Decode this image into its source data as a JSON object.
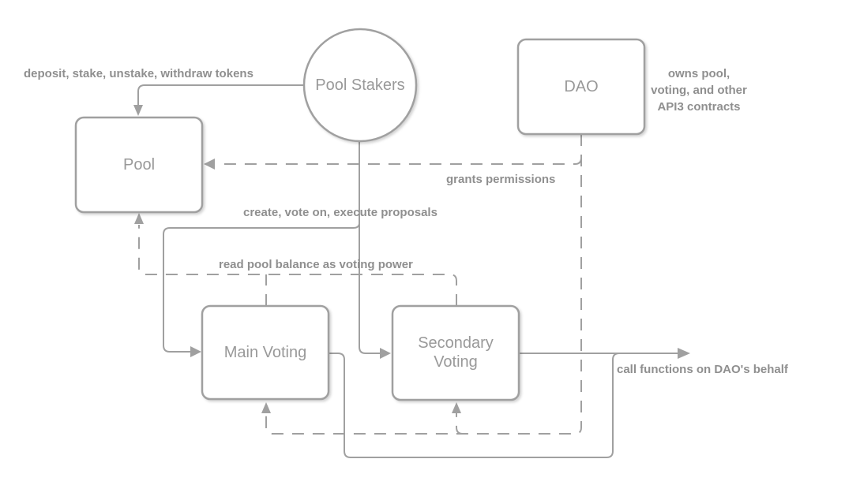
{
  "diagram": {
    "background": "#ffffff",
    "stroke_color": "#a0a0a0",
    "label_color": "#8f8f8f",
    "node_text_color": "#999999",
    "nodes": [
      {
        "id": "pool-stakers",
        "shape": "circle",
        "label": "Pool Stakers"
      },
      {
        "id": "dao",
        "shape": "rounded-rect",
        "label": "DAO"
      },
      {
        "id": "pool",
        "shape": "rounded-rect",
        "label": "Pool"
      },
      {
        "id": "main-voting",
        "shape": "rounded-rect",
        "label": "Main Voting"
      },
      {
        "id": "secondary-voting",
        "shape": "rounded-rect",
        "label": "Secondary Voting"
      }
    ],
    "edge_labels": {
      "deposit": "deposit, stake, unstake, withdraw tokens",
      "owns_line1": "owns pool,",
      "owns_line2": "voting, and other",
      "owns_line3": "API3 contracts",
      "grants": "grants permissions",
      "create": "create, vote on, execute proposals",
      "read": "read pool balance as voting power",
      "call": "call functions on DAO's behalf"
    }
  }
}
